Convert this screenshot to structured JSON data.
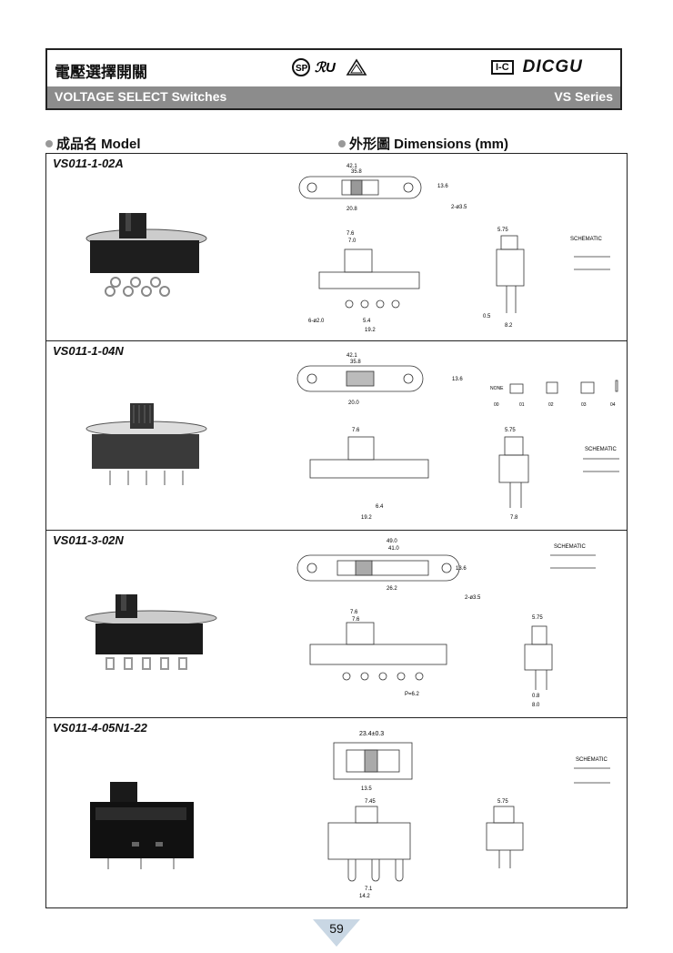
{
  "header": {
    "title_cn": "電壓選擇開關",
    "band_left": "VOLTAGE SELECT Switches",
    "band_right": "VS Series",
    "brand_logo": "I-C",
    "brand_name": "DICGU",
    "cert_icons": [
      "csa-icon",
      "ul-icon",
      "vde-triangle-icon"
    ]
  },
  "sections": {
    "model_heading": "成品名 Model",
    "dim_heading": "外形圖 Dimensions (mm)"
  },
  "rows": [
    {
      "model": "VS011-1-02A"
    },
    {
      "model": "VS011-1-04N"
    },
    {
      "model": "VS011-3-02N"
    },
    {
      "model": "VS011-4-05N1-22"
    }
  ],
  "page_number": "59",
  "dims": {
    "r1": [
      "42.1",
      "35.8",
      "20.8",
      "2-ø3.5",
      "13.6",
      "7.6",
      "7.0",
      "SCHEMATIC",
      "19.2",
      "6-ø2.0",
      "5.4",
      "5.75",
      "8.2",
      "0.5"
    ],
    "r2": [
      "42.1",
      "35.8",
      "20.0",
      "13.6",
      "7.6",
      "5.75",
      "19.2",
      "6.4",
      "7.8",
      "SCHEMATIC",
      "NONE",
      "00",
      "01",
      "02",
      "03",
      "04"
    ],
    "r3": [
      "49.0",
      "41.0",
      "26.2",
      "2-ø3.5",
      "13.6",
      "7.6",
      "7.6",
      "5.75",
      "P=6.2",
      "8.0",
      "0.8",
      "SCHEMATIC"
    ],
    "r4": [
      "23.4±0.3",
      "13.5",
      "7.45",
      "5.75",
      "14.2",
      "7.1",
      "SCHEMATIC"
    ]
  }
}
